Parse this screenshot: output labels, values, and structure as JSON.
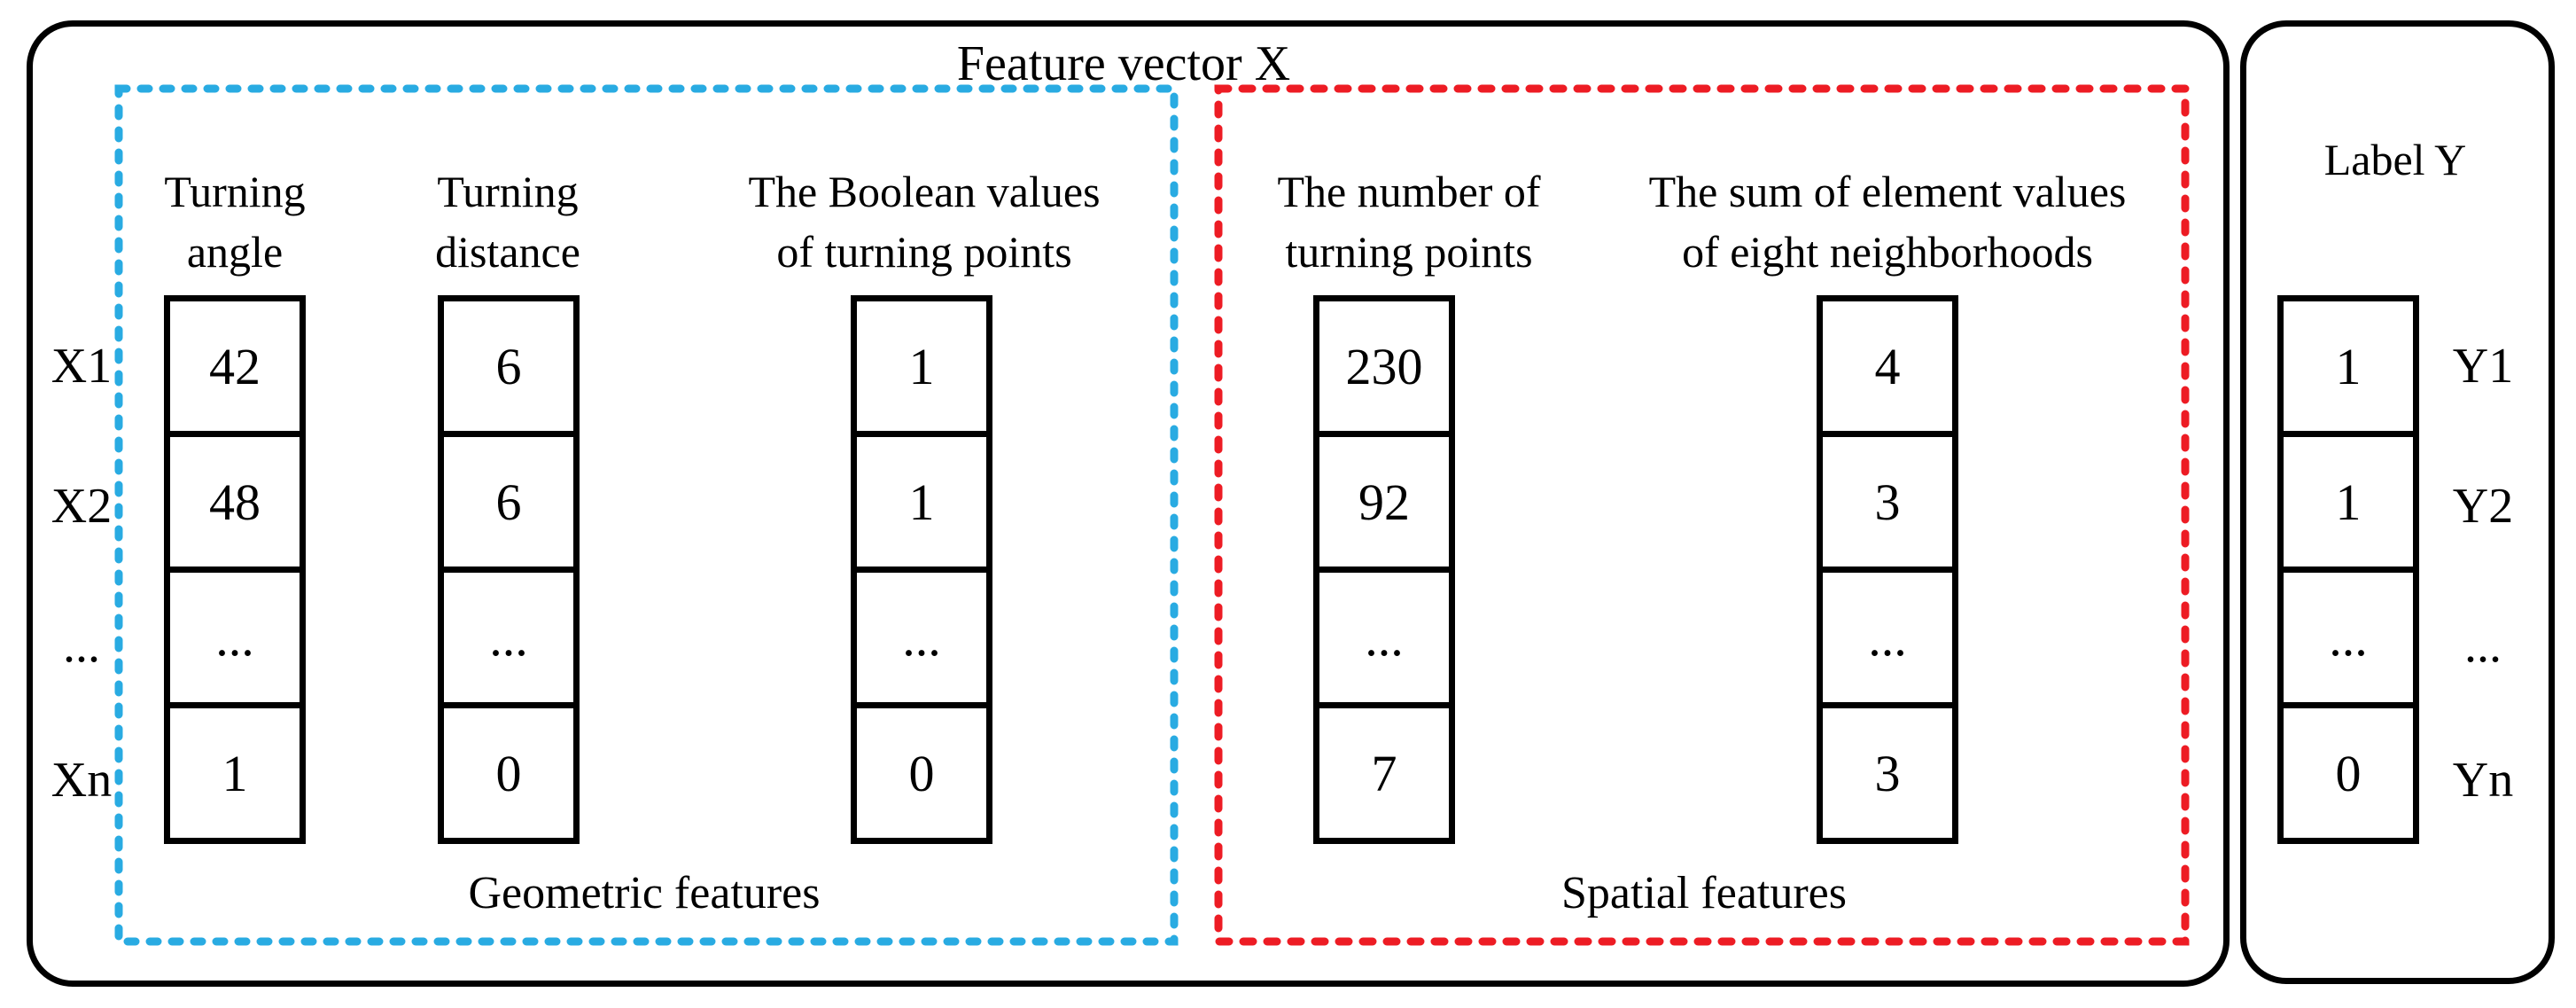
{
  "title": "Feature vector X",
  "label_box_title": "Label Y",
  "columns": [
    {
      "header": [
        "Turning",
        "angle"
      ],
      "values": [
        "42",
        "48",
        "...",
        "1"
      ]
    },
    {
      "header": [
        "Turning",
        "distance"
      ],
      "values": [
        "6",
        "6",
        "...",
        "0"
      ]
    },
    {
      "header": [
        "The Boolean values",
        "of turning points"
      ],
      "values": [
        "1",
        "1",
        "...",
        "0"
      ]
    },
    {
      "header": [
        "The number of",
        "turning points"
      ],
      "values": [
        "230",
        "92",
        "...",
        "7"
      ]
    },
    {
      "header": [
        "The sum of element values",
        "of eight neighborhoods"
      ],
      "values": [
        "4",
        "3",
        "...",
        "3"
      ]
    }
  ],
  "label_column": {
    "values": [
      "1",
      "1",
      "...",
      "0"
    ]
  },
  "row_labels": [
    "X1",
    "X2",
    "...",
    "Xn"
  ],
  "y_labels": [
    "Y1",
    "Y2",
    "...",
    "Yn"
  ],
  "group_labels": {
    "geometric": "Geometric features",
    "spatial": "Spatial features"
  },
  "colors": {
    "geometric_box": "#29ABE2",
    "spatial_box": "#ED1C24",
    "line": "#000000"
  }
}
